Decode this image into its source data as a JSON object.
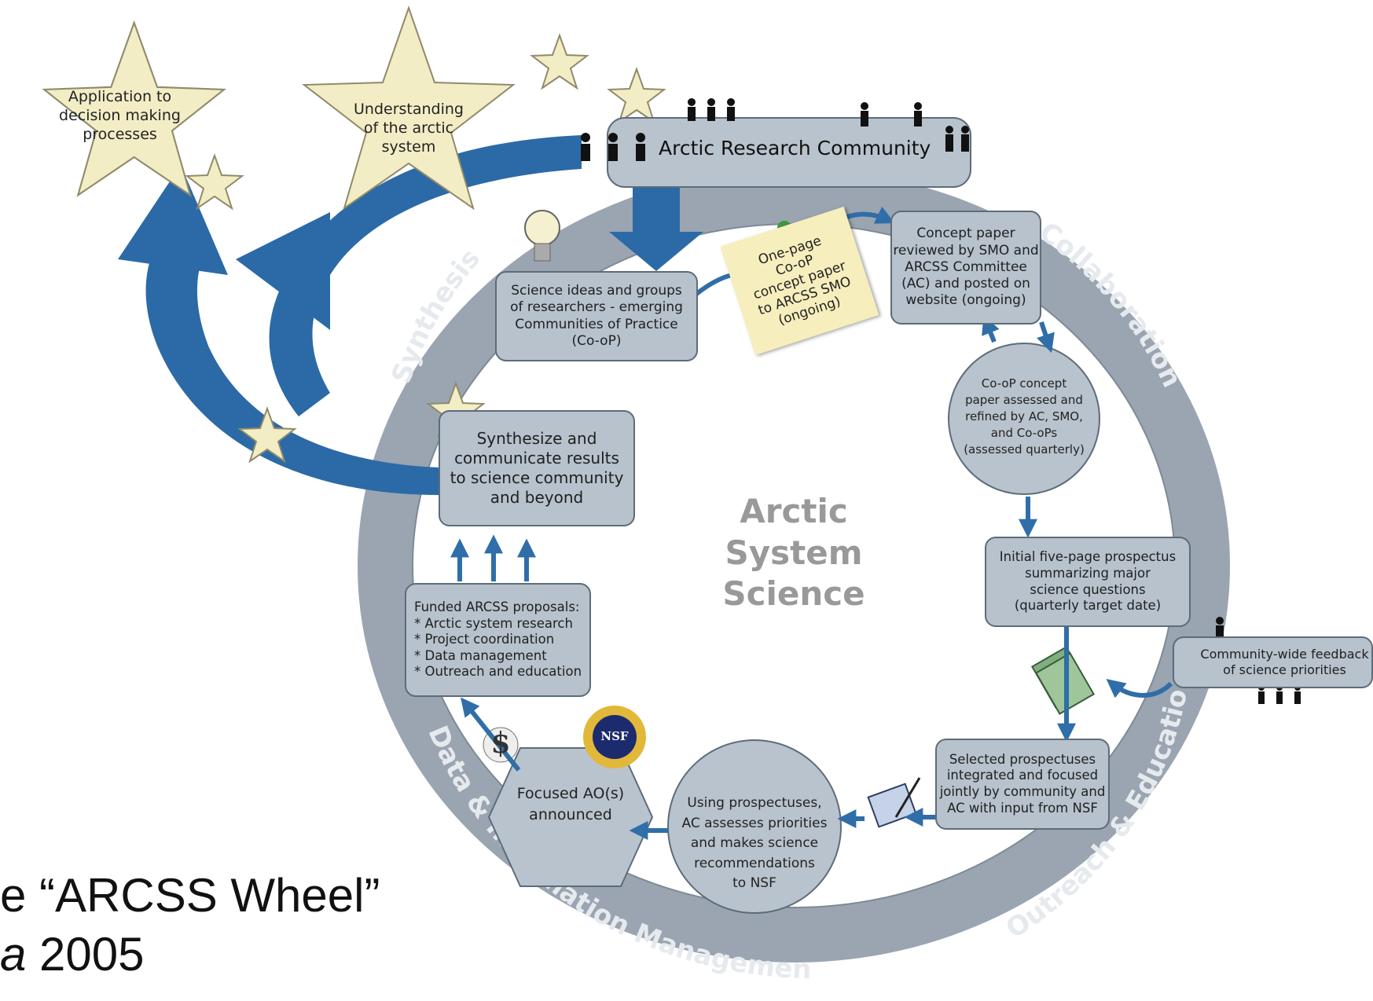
{
  "ring_labels": {
    "synthesis": "Synthesis",
    "collaboration": "Collaboration",
    "outreach": "Outreach & Education",
    "data": "Data & Information Management"
  },
  "center_title": "Arctic\nSystem\nScience",
  "stars": {
    "application": "Application to\ndecision making\nprocesses",
    "understanding": "Understanding\nof the arctic\nsystem"
  },
  "community_bar": "Arctic Research Community",
  "nodes": {
    "science_ideas": "Science ideas and groups\nof researchers - emerging\nCommunities of Practice\n(Co-oP)",
    "one_page": "One-page\nCo-oP\nconcept paper\nto ARCSS SMO\n(ongoing)",
    "concept_reviewed": "Concept paper\nreviewed by SMO and\nARCSS Committee\n(AC) and posted on\nwebsite (ongoing)",
    "coop_assessed": "Co-oP concept\npaper assessed and\nrefined by AC, SMO,\nand Co-oPs\n(assessed quarterly)",
    "prospectus": "Initial five-page prospectus\nsummarizing major\nscience questions\n(quarterly target date)",
    "feedback": "Community-wide feedback\nof science priorities",
    "selected": "Selected prospectuses\nintegrated and focused\njointly by community and\nAC with input from NSF",
    "using": "Using prospectuses,\nAC assesses priorities\nand makes science\nrecommendations\nto NSF",
    "focused": "Focused AO(s)\nannounced",
    "funded": "Funded ARCSS proposals:\n* Arctic system research\n* Project coordination\n* Data management\n* Outreach and education",
    "synthesize": "Synthesize and\ncommunicate results\nto science community\nand beyond"
  },
  "nsf_seal": "NSF",
  "dollar": "$",
  "caption": {
    "line1": "e “ARCSS Wheel”",
    "line2_italic": "a",
    "line2_rest": " 2005"
  }
}
